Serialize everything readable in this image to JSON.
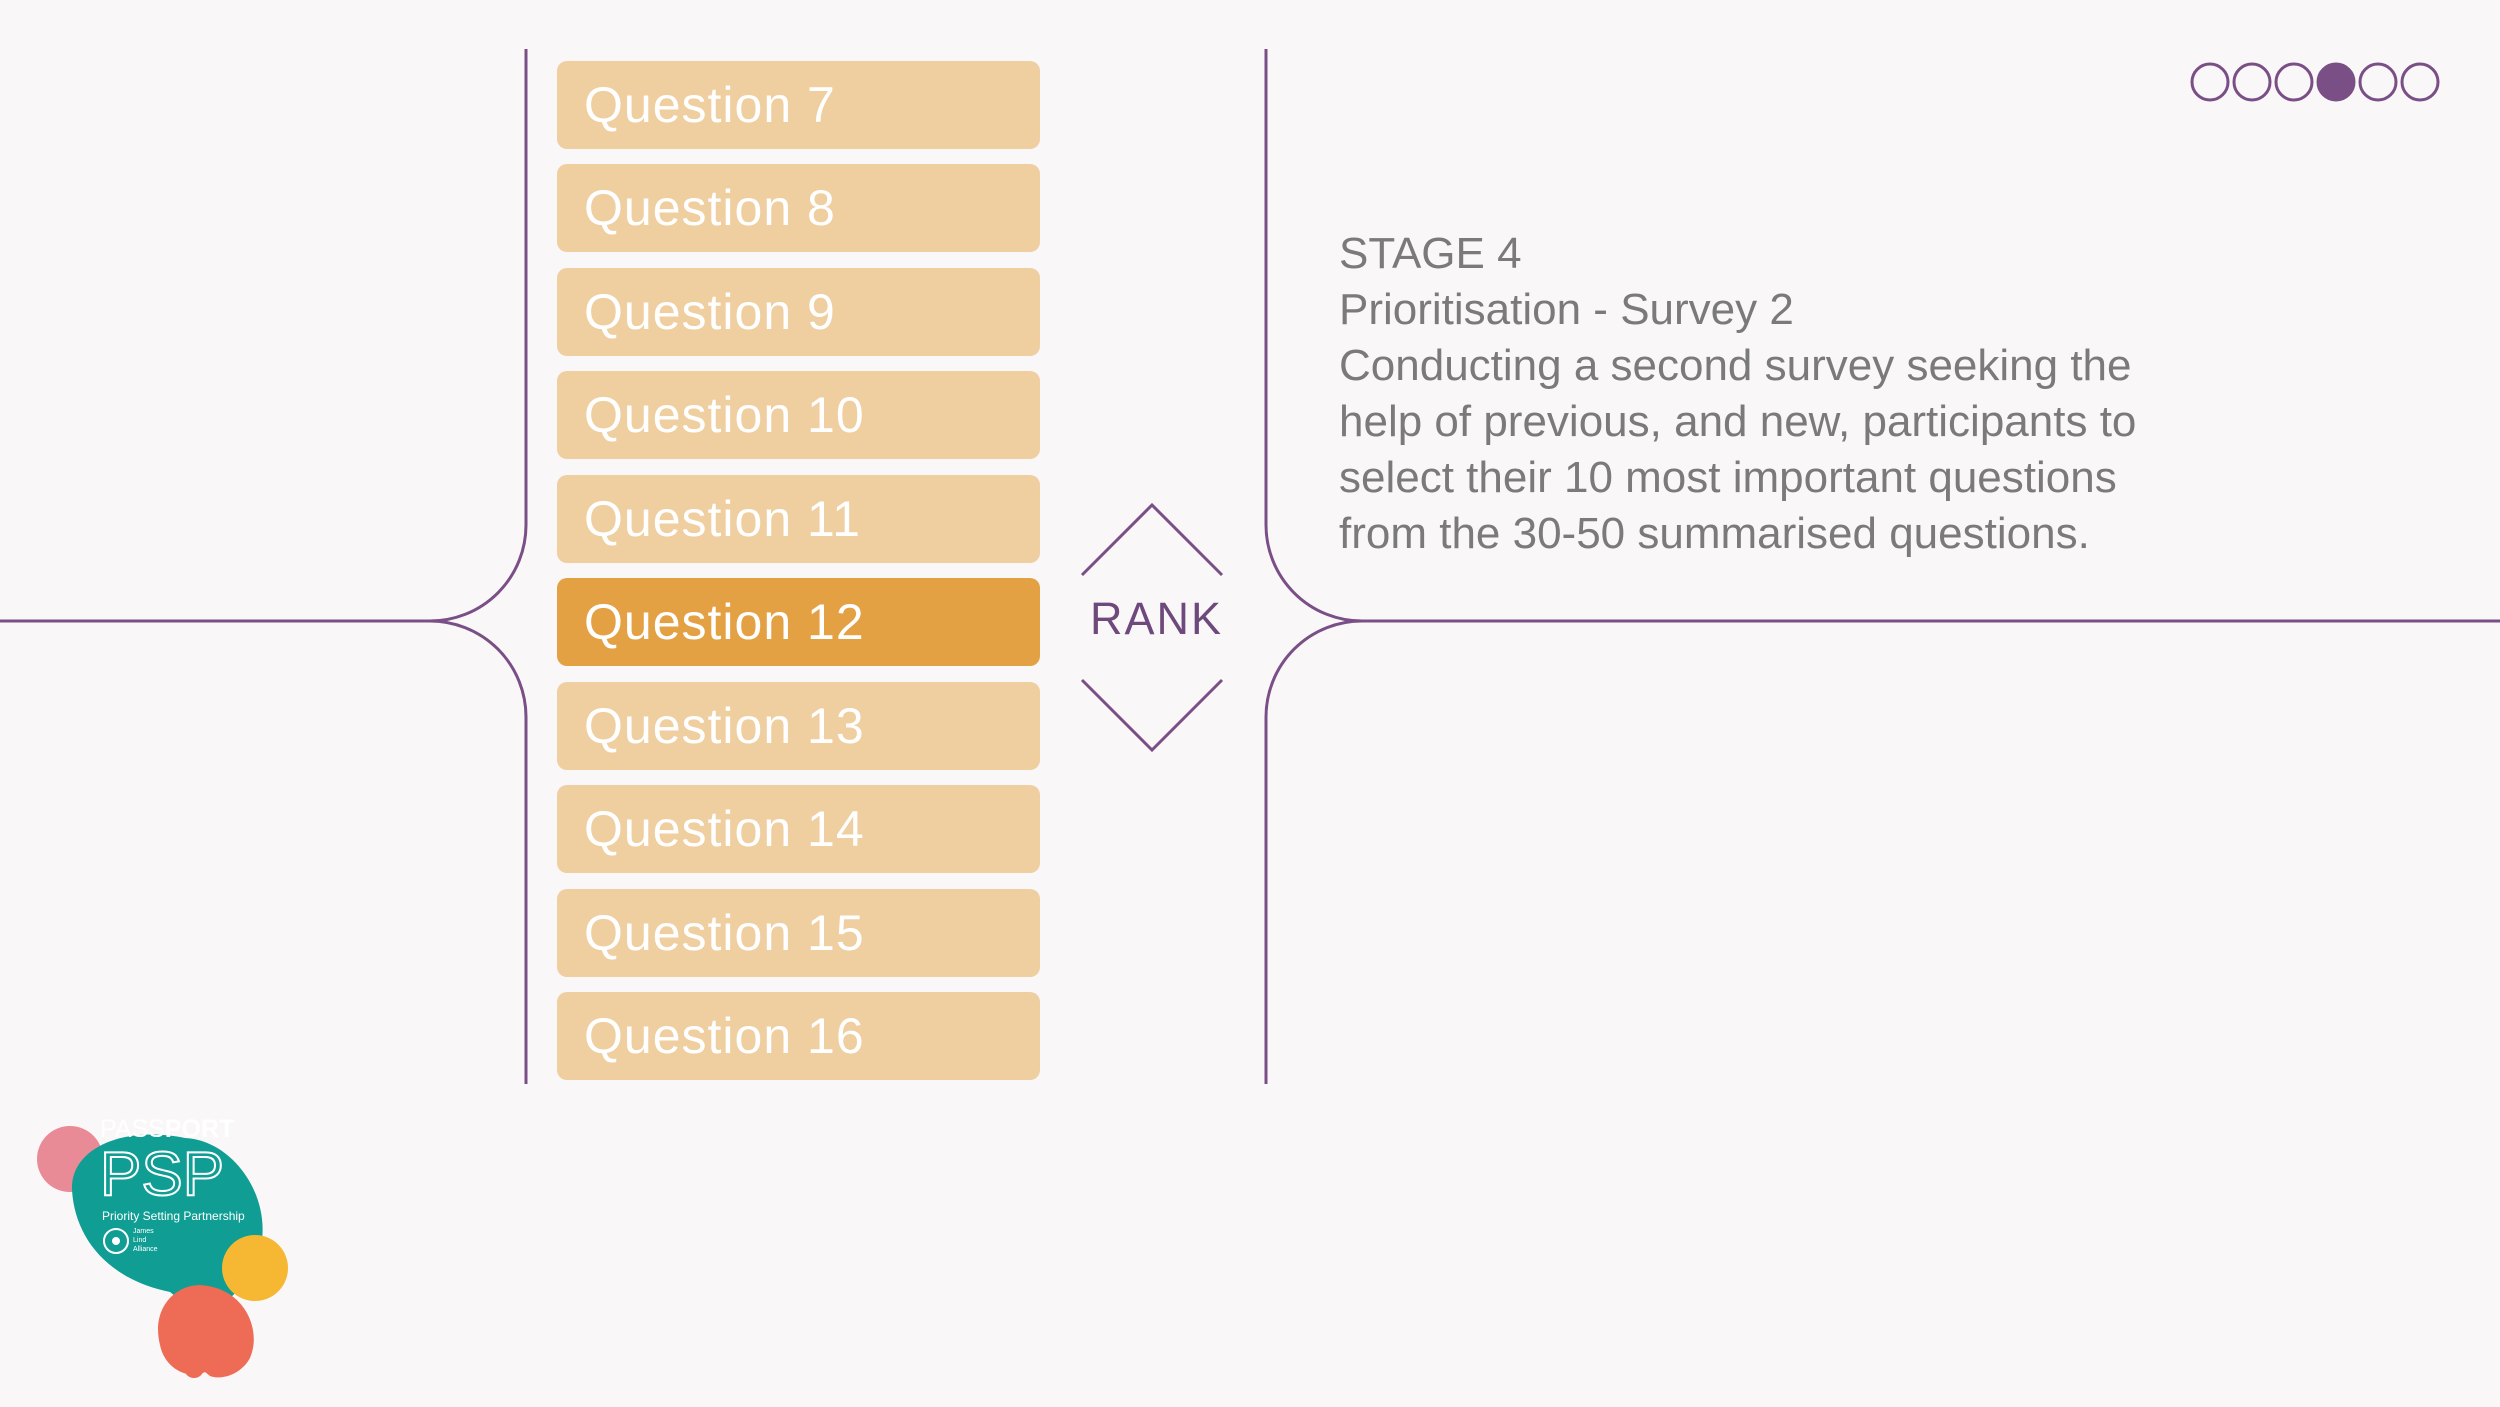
{
  "questions": [
    {
      "label": "Question 7",
      "active": false
    },
    {
      "label": "Question 8",
      "active": false
    },
    {
      "label": "Question 9",
      "active": false
    },
    {
      "label": "Question 10",
      "active": false
    },
    {
      "label": "Question 11",
      "active": false
    },
    {
      "label": "Question 12",
      "active": true
    },
    {
      "label": "Question 13",
      "active": false
    },
    {
      "label": "Question 14",
      "active": false
    },
    {
      "label": "Question 15",
      "active": false
    },
    {
      "label": "Question 16",
      "active": false
    }
  ],
  "rank": {
    "label": "RANK"
  },
  "stage": {
    "title": "STAGE 4",
    "subtitle": "Prioritisation - Survey 2",
    "description_lines": [
      "Conducting a second survey seeking the",
      "help of previous, and new, participants to",
      "select their 10 most important questions",
      "from the 30-50 summarised questions."
    ]
  },
  "progress": {
    "total": 6,
    "current": 4
  },
  "logo": {
    "line1_light": "PASS",
    "line1_bold": "PORT",
    "line2": "PSP",
    "tagline": "Priority Setting Partnership",
    "partner": [
      "James",
      "Lind",
      "Alliance"
    ]
  },
  "colors": {
    "accent": "#7a4f86",
    "question_bg": "#efcea0",
    "question_active_bg": "#e3a144",
    "logo_teal": "#109e94",
    "logo_pink": "#e88b96",
    "logo_coral": "#ee6b56",
    "logo_yellow": "#f6b733"
  }
}
